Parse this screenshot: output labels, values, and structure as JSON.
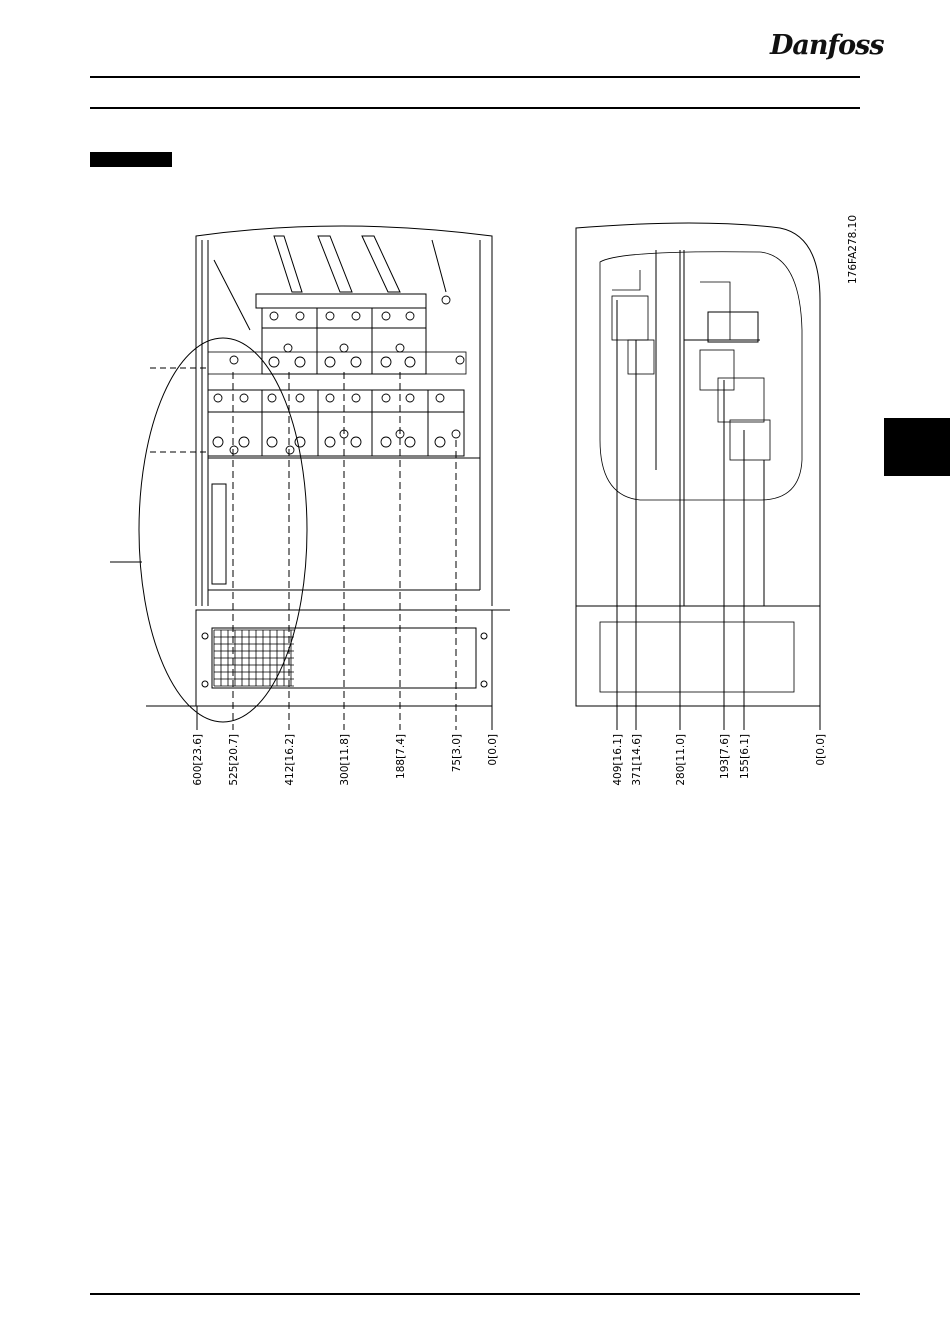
{
  "header": {
    "logo_text": "Danfoss"
  },
  "figure_id": "176FA278.10",
  "front_view_dims": [
    "600[23.6]",
    "525[20.7]",
    "412[16.2]",
    "300[11.8]",
    "188[7.4]",
    "75[3.0]",
    "0[0.0]"
  ],
  "side_view_dims": [
    "409[16.1]",
    "371[14.6]",
    "280[11.0]",
    "193[7.6]",
    "155[6.1]",
    "0[0.0]"
  ]
}
